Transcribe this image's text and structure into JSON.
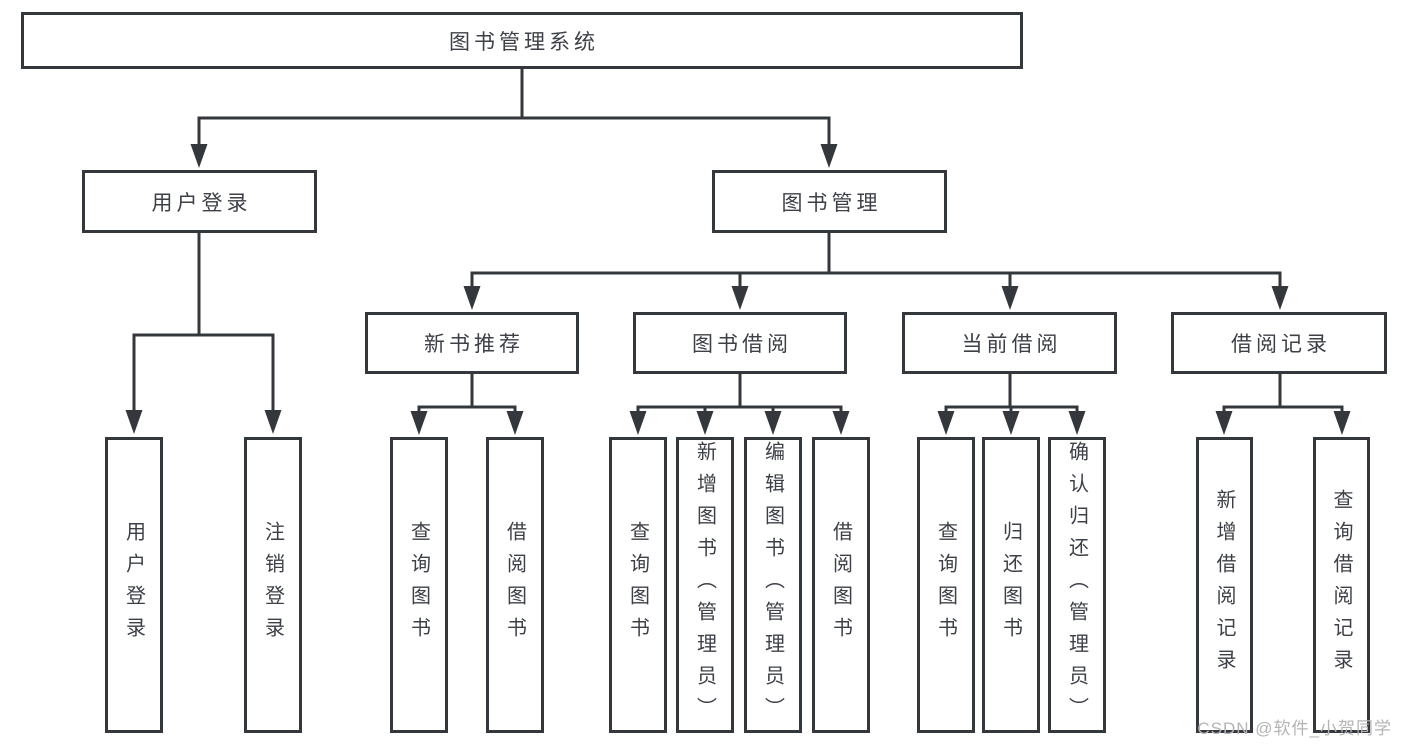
{
  "nodes": {
    "root": {
      "label": "图书管理系统"
    },
    "level1": [
      {
        "id": "user-login",
        "label": "用户登录"
      },
      {
        "id": "book-management",
        "label": "图书管理"
      }
    ],
    "level2": [
      {
        "id": "new-book-recommend",
        "label": "新书推荐"
      },
      {
        "id": "book-borrow",
        "label": "图书借阅"
      },
      {
        "id": "current-borrow",
        "label": "当前借阅"
      },
      {
        "id": "borrow-record",
        "label": "借阅记录"
      }
    ],
    "leaves": [
      {
        "group": "user-login",
        "label": "用户登录"
      },
      {
        "group": "user-login",
        "label": "注销登录"
      },
      {
        "group": "new-book-recommend",
        "label": "查询图书"
      },
      {
        "group": "new-book-recommend",
        "label": "借阅图书"
      },
      {
        "group": "book-borrow",
        "label": "查询图书"
      },
      {
        "group": "book-borrow",
        "label": "新增图书（管理员）"
      },
      {
        "group": "book-borrow",
        "label": "编辑图书（管理员）"
      },
      {
        "group": "book-borrow",
        "label": "借阅图书"
      },
      {
        "group": "current-borrow",
        "label": "查询图书"
      },
      {
        "group": "current-borrow",
        "label": "归还图书"
      },
      {
        "group": "current-borrow",
        "label": "确认归还（管理员）"
      },
      {
        "group": "borrow-record",
        "label": "新增借阅记录"
      },
      {
        "group": "borrow-record",
        "label": "查询借阅记录"
      }
    ]
  },
  "watermark": {
    "text": "CSDN @软件_小贺同学"
  },
  "colors": {
    "line": "#34373b",
    "text": "#3d4147",
    "background": "#ffffff",
    "watermark": "#b4b4b4"
  }
}
